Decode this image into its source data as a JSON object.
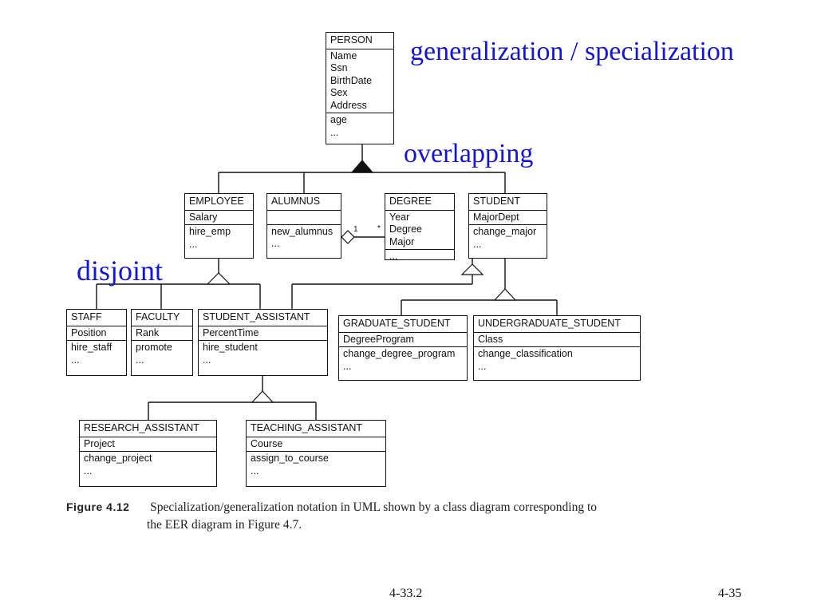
{
  "annotations": {
    "generalization": "generalization / specialization",
    "overlapping": "overlapping",
    "disjoint": "disjoint"
  },
  "classes": {
    "person": {
      "name": "PERSON",
      "attributes": [
        "Name",
        "Ssn",
        "BirthDate",
        "Sex",
        "Address"
      ],
      "operations": [
        "age",
        "..."
      ]
    },
    "employee": {
      "name": "EMPLOYEE",
      "attributes": [
        "Salary"
      ],
      "operations": [
        "hire_emp",
        "..."
      ]
    },
    "alumnus": {
      "name": "ALUMNUS",
      "attributes": [],
      "operations": [
        "new_alumnus",
        "..."
      ]
    },
    "degree": {
      "name": "DEGREE",
      "attributes": [
        "Year",
        "Degree",
        "Major"
      ],
      "operations": [
        "..."
      ]
    },
    "student": {
      "name": "STUDENT",
      "attributes": [
        "MajorDept"
      ],
      "operations": [
        "change_major",
        "..."
      ]
    },
    "staff": {
      "name": "STAFF",
      "attributes": [
        "Position"
      ],
      "operations": [
        "hire_staff",
        "..."
      ]
    },
    "faculty": {
      "name": "FACULTY",
      "attributes": [
        "Rank"
      ],
      "operations": [
        "promote",
        "..."
      ]
    },
    "student_assistant": {
      "name": "STUDENT_ASSISTANT",
      "attributes": [
        "PercentTime"
      ],
      "operations": [
        "hire_student",
        "..."
      ]
    },
    "graduate_student": {
      "name": "GRADUATE_STUDENT",
      "attributes": [
        "DegreeProgram"
      ],
      "operations": [
        "change_degree_program",
        "..."
      ]
    },
    "undergraduate_student": {
      "name": "UNDERGRADUATE_STUDENT",
      "attributes": [
        "Class"
      ],
      "operations": [
        "change_classification",
        "..."
      ]
    },
    "research_assistant": {
      "name": "RESEARCH_ASSISTANT",
      "attributes": [
        "Project"
      ],
      "operations": [
        "change_project",
        "..."
      ]
    },
    "teaching_assistant": {
      "name": "TEACHING_ASSISTANT",
      "attributes": [
        "Course"
      ],
      "operations": [
        "assign_to_course",
        "..."
      ]
    }
  },
  "association": {
    "alumnus_multiplicity": "1",
    "degree_multiplicity": "*"
  },
  "caption": {
    "figure_label": "Figure 4.12",
    "line1": "Specialization/generalization notation in UML shown by a class diagram corresponding to",
    "line2": "the EER diagram in Figure 4.7."
  },
  "footer": {
    "left": "4-33.2",
    "right": "4-35"
  }
}
